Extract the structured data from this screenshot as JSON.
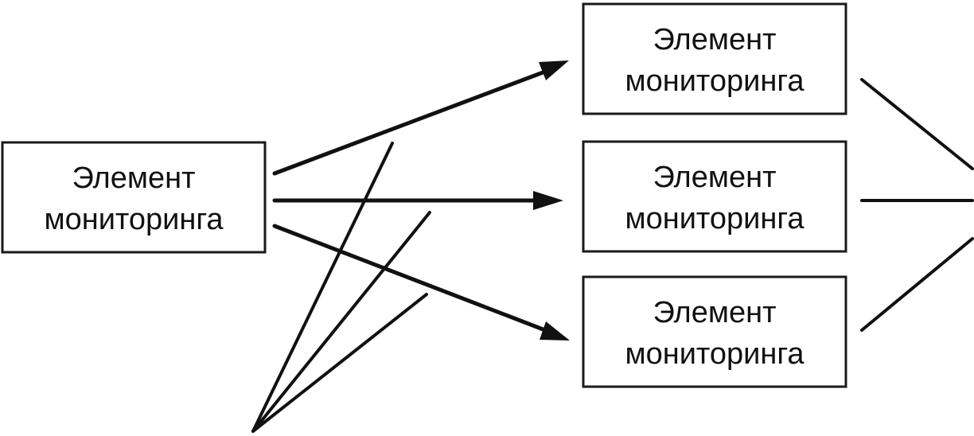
{
  "nodes": [
    {
      "id": "source",
      "line1": "Элемент",
      "line2": "мониторинга"
    },
    {
      "id": "target-top",
      "line1": "Элемент",
      "line2": "мониторинга"
    },
    {
      "id": "target-middle",
      "line1": "Элемент",
      "line2": "мониторинга"
    },
    {
      "id": "target-bottom",
      "line1": "Элемент",
      "line2": "мониторинга"
    }
  ],
  "edges": [
    {
      "from": "source",
      "to": "target-top",
      "directed": true
    },
    {
      "from": "source",
      "to": "target-middle",
      "directed": true
    },
    {
      "from": "source",
      "to": "target-bottom",
      "directed": true
    }
  ],
  "colors": {
    "stroke": "#111111",
    "background": "#ffffff"
  }
}
